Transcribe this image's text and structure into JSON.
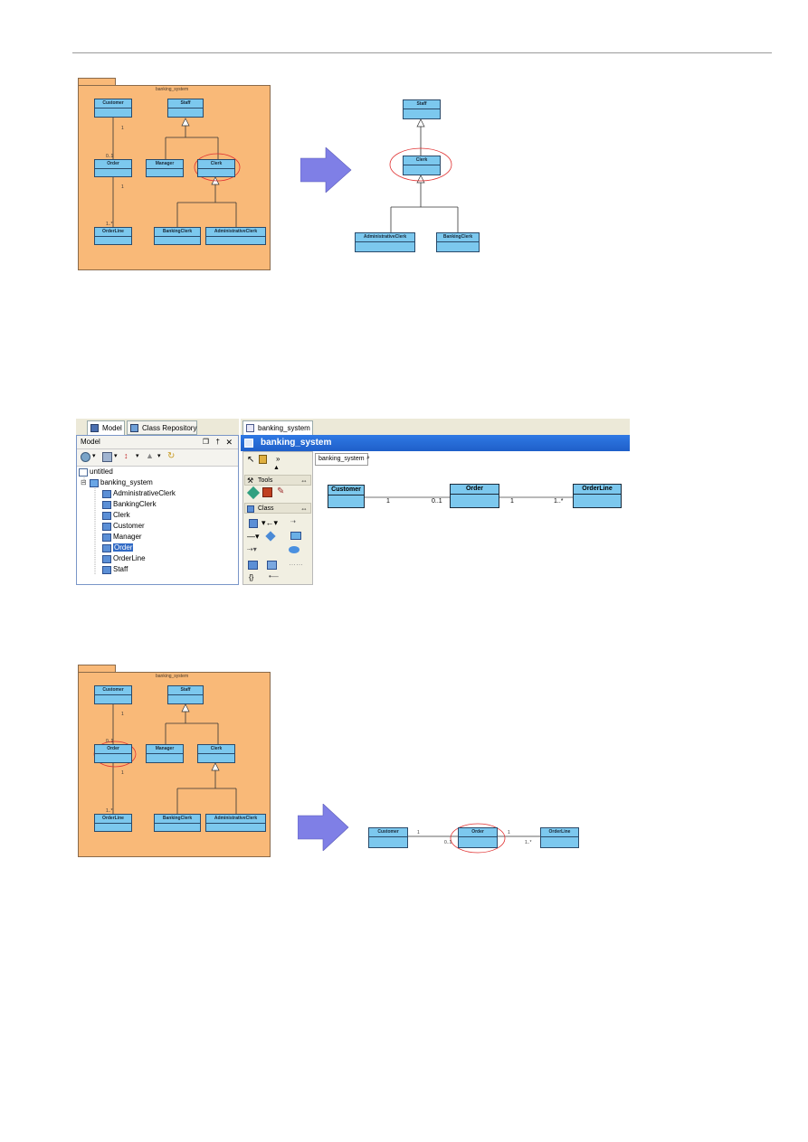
{
  "package_name": "banking_system",
  "classes": {
    "customer": "Customer",
    "staff": "Staff",
    "order": "Order",
    "manager": "Manager",
    "clerk": "Clerk",
    "orderline": "OrderLine",
    "banking_clerk": "BankingClerk",
    "administrative_clerk": "AdministrativeClerk"
  },
  "multiplicity": {
    "one": "1",
    "zero_one": "0..1",
    "one_many": "1..*"
  },
  "ui": {
    "tabs": {
      "model": "Model",
      "class_repository": "Class Repository"
    },
    "panel_title": "Model",
    "tree": {
      "root": "untitled",
      "package": "banking_system",
      "items": [
        "AdministrativeClerk",
        "BankingClerk",
        "Clerk",
        "Customer",
        "Manager",
        "Order",
        "OrderLine",
        "Staff"
      ]
    },
    "editor_tab": "banking_system",
    "editor_title": "banking_system",
    "breadcrumb": "banking_system",
    "palette": {
      "tools": "Tools",
      "class": "Class"
    }
  },
  "colors": {
    "package_fill": "#f9b978",
    "class_fill": "#7cc8ee",
    "arrow_fill": "#7f7fe6",
    "highlight_ellipse": "#e03030"
  }
}
